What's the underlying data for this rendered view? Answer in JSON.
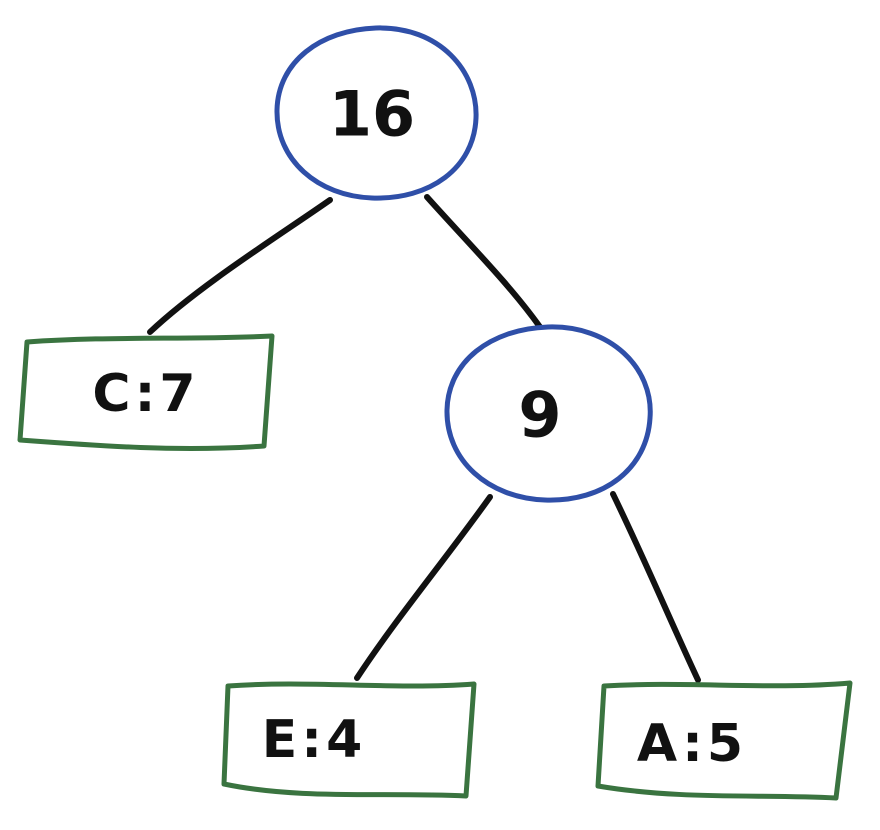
{
  "colors": {
    "internal_node_stroke": "#2f4fa8",
    "leaf_node_stroke": "#3a7440",
    "edge": "#111111",
    "text": "#111111"
  },
  "tree": {
    "root": {
      "label": "16"
    },
    "right_internal": {
      "label": "9"
    },
    "leaves": [
      {
        "key": "c",
        "label": "C:7"
      },
      {
        "key": "e",
        "label": "E:4"
      },
      {
        "key": "a",
        "label": "A:5"
      }
    ]
  }
}
